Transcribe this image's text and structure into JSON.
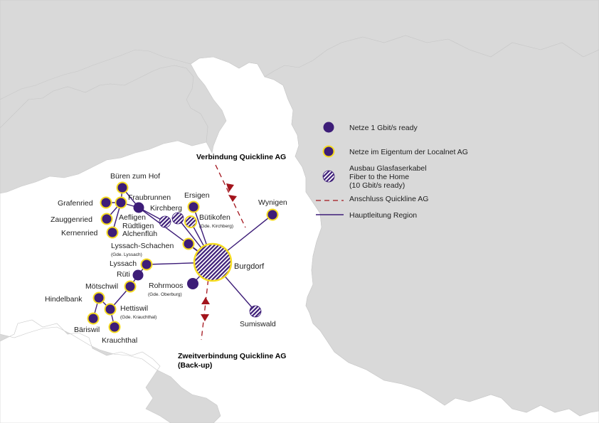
{
  "colors": {
    "background_land": "#d9d9d9",
    "region": "#ffffff",
    "node_fill": "#3d1d78",
    "node_border_owned": "#f6dc21",
    "backbone_line": "#3d1d78",
    "quickline_line": "#a3141c"
  },
  "legend": {
    "items": [
      {
        "symbol": "dot",
        "label": "Netze 1 Gbit/s ready"
      },
      {
        "symbol": "dot-yellow",
        "label": "Netze im Eigentum der Localnet AG"
      },
      {
        "symbol": "hatched",
        "label_lines": [
          "Ausbau Glasfaserkabel",
          "Fiber to the Home",
          "(10 Gbit/s ready)"
        ]
      },
      {
        "symbol": "dashed-red",
        "label": "Anschluss Quickline AG"
      },
      {
        "symbol": "line-purple",
        "label": "Hauptleitung Region"
      }
    ]
  },
  "annotations": {
    "top": "Verbindung Quickline AG",
    "bottom_lines": [
      "Zweitverbindung Quickline AG",
      "(Back-up)"
    ]
  },
  "hub": {
    "id": "burgdorf",
    "label": "Burgdorf",
    "style": "hatched",
    "owned": true
  },
  "nodes": [
    {
      "id": "bueren",
      "label": "Büren zum Hof",
      "style": "solid",
      "owned": true
    },
    {
      "id": "fraubrunnen",
      "label": "Fraubrunnen",
      "style": "solid",
      "owned": true
    },
    {
      "id": "grafenried",
      "label": "Grafenried",
      "style": "solid",
      "owned": true
    },
    {
      "id": "zauggenried",
      "label": "Zauggenried",
      "style": "solid",
      "owned": true
    },
    {
      "id": "kernenried",
      "label": "Kernenried",
      "style": "solid",
      "owned": true
    },
    {
      "id": "aefligen",
      "label": "Aefligen",
      "style": "solid",
      "owned": false
    },
    {
      "id": "ruedtligen",
      "label": "Rüdtligen",
      "style": "hatched",
      "owned": false
    },
    {
      "id": "alchenflueh",
      "label": "Alchenflüh",
      "style": "hatched",
      "owned": false
    },
    {
      "id": "kirchberg",
      "label": "Kirchberg",
      "style": "hatched",
      "owned": false
    },
    {
      "id": "ersigen",
      "label": "Ersigen",
      "style": "solid",
      "owned": true
    },
    {
      "id": "buetikofen",
      "label": "Bütikofen",
      "sublabel": "(Gde. Kirchberg)",
      "style": "hatched",
      "owned": true
    },
    {
      "id": "wynigen",
      "label": "Wynigen",
      "style": "solid",
      "owned": true
    },
    {
      "id": "lyssach_schachen",
      "label": "Lyssach-Schachen",
      "sublabel": "(Gde. Lyssach)",
      "style": "solid",
      "owned": true
    },
    {
      "id": "lyssach",
      "label": "Lyssach",
      "style": "solid",
      "owned": true
    },
    {
      "id": "rueti",
      "label": "Rüti",
      "style": "solid",
      "owned": false
    },
    {
      "id": "moetschwil",
      "label": "Mötschwil",
      "style": "solid",
      "owned": true
    },
    {
      "id": "rohrmoos",
      "label": "Rohrmoos",
      "sublabel": "(Gde. Oberburg)",
      "style": "solid",
      "owned": false
    },
    {
      "id": "hindelbank",
      "label": "Hindelbank",
      "style": "solid",
      "owned": true
    },
    {
      "id": "hettiswil",
      "label": "Hettiswil",
      "sublabel": "(Gde. Krauchthal)",
      "style": "solid",
      "owned": true
    },
    {
      "id": "baeriswil",
      "label": "Bäriswil",
      "style": "solid",
      "owned": true
    },
    {
      "id": "krauchthal",
      "label": "Krauchthal",
      "style": "solid",
      "owned": true
    },
    {
      "id": "sumiswald",
      "label": "Sumiswald",
      "style": "hatched",
      "owned": false
    }
  ]
}
